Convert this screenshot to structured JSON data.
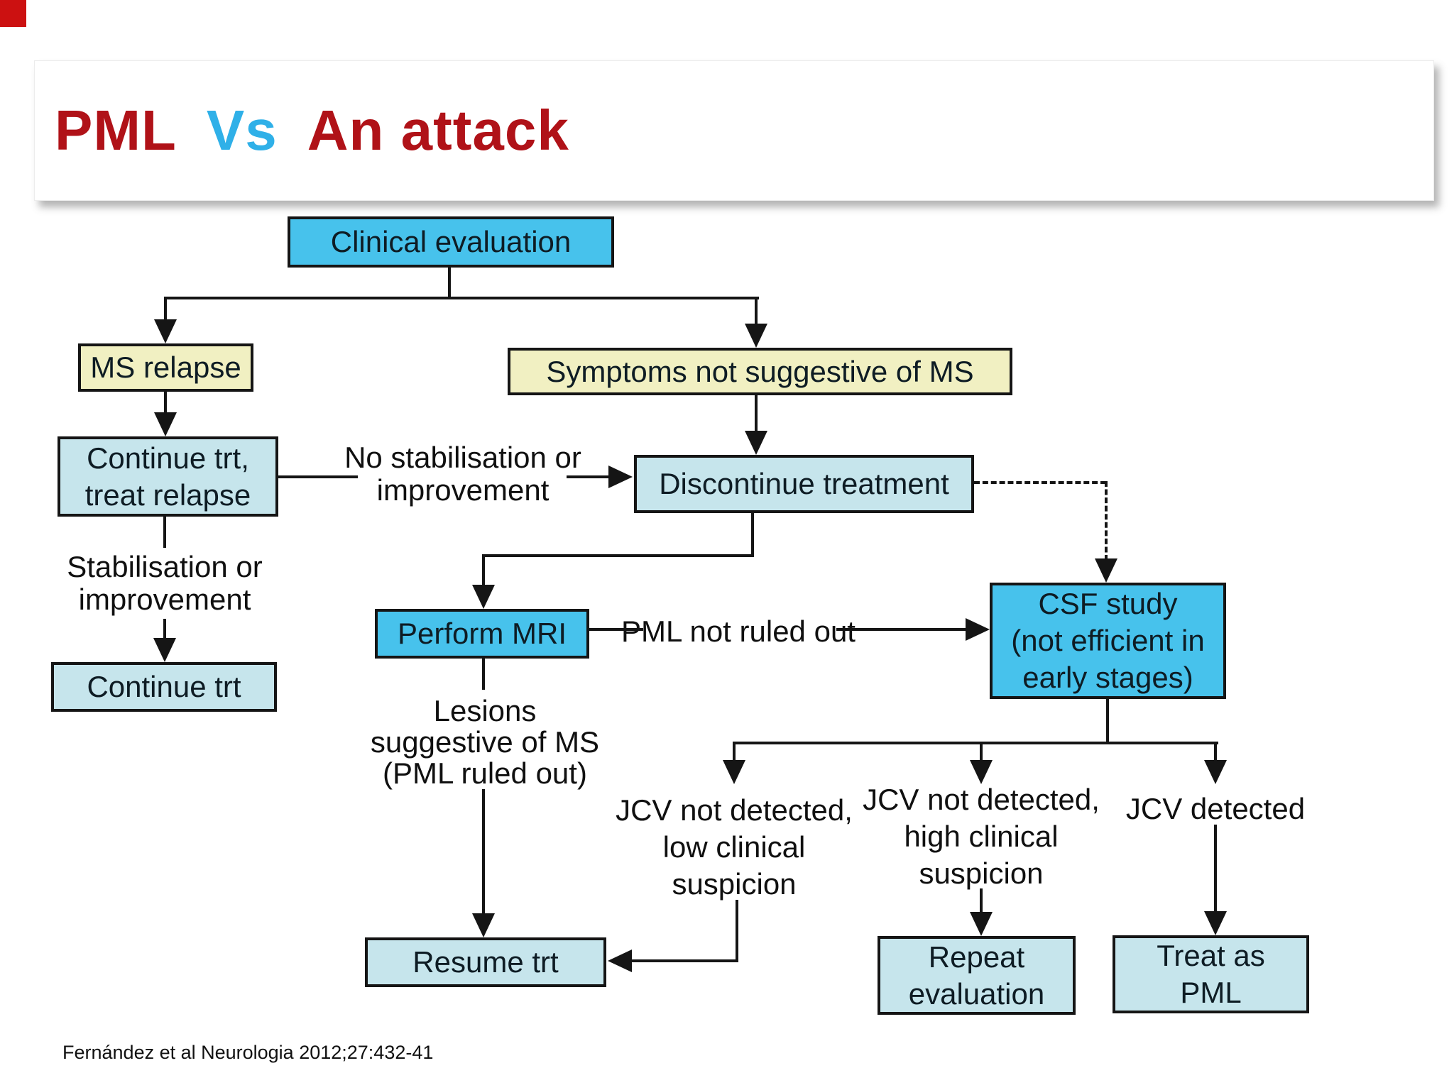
{
  "title": {
    "part1": "PML",
    "part2": "Vs",
    "part3": "An attack"
  },
  "colors": {
    "title_red": "#b01218",
    "title_blue": "#2fb0e8",
    "corner_accent_red": "#cc1111",
    "node_bright_blue": "#47c2ec",
    "node_pale_yellow": "#f1f0c2",
    "node_pale_cyan": "#c6e5ec",
    "line_black": "#151515"
  },
  "nodes": {
    "clinical": {
      "label": "Clinical evaluation"
    },
    "ms_relapse": {
      "label": "MS relapse"
    },
    "continue_relapse": {
      "label": "Continue trt,\ntreat relapse"
    },
    "continue_trt": {
      "label": "Continue trt"
    },
    "symptoms": {
      "label": "Symptoms not suggestive of MS"
    },
    "discontinue": {
      "label": "Discontinue treatment"
    },
    "perform_mri": {
      "label": "Perform MRI"
    },
    "csf": {
      "label": "CSF study\n(not efficient in\nearly stages)"
    },
    "resume": {
      "label": "Resume trt"
    },
    "repeat_eval": {
      "label": "Repeat\nevaluation"
    },
    "treat_pml": {
      "label": "Treat as\nPML"
    }
  },
  "labels": {
    "stabilisation": "Stabilisation or\nimprovement",
    "no_stabilisation": "No stabilisation or\nimprovement",
    "pml_not_ruled_out": "PML not ruled out",
    "lesions": "Lesions\nsuggestive of MS\n(PML ruled out)",
    "jcv_low": "JCV not detected,\nlow clinical\nsuspicion",
    "jcv_high": "JCV not detected,\nhigh clinical\nsuspicion",
    "jcv_detected": "JCV detected"
  },
  "citation": "Fernández et al Neurologia 2012;27:432-41"
}
